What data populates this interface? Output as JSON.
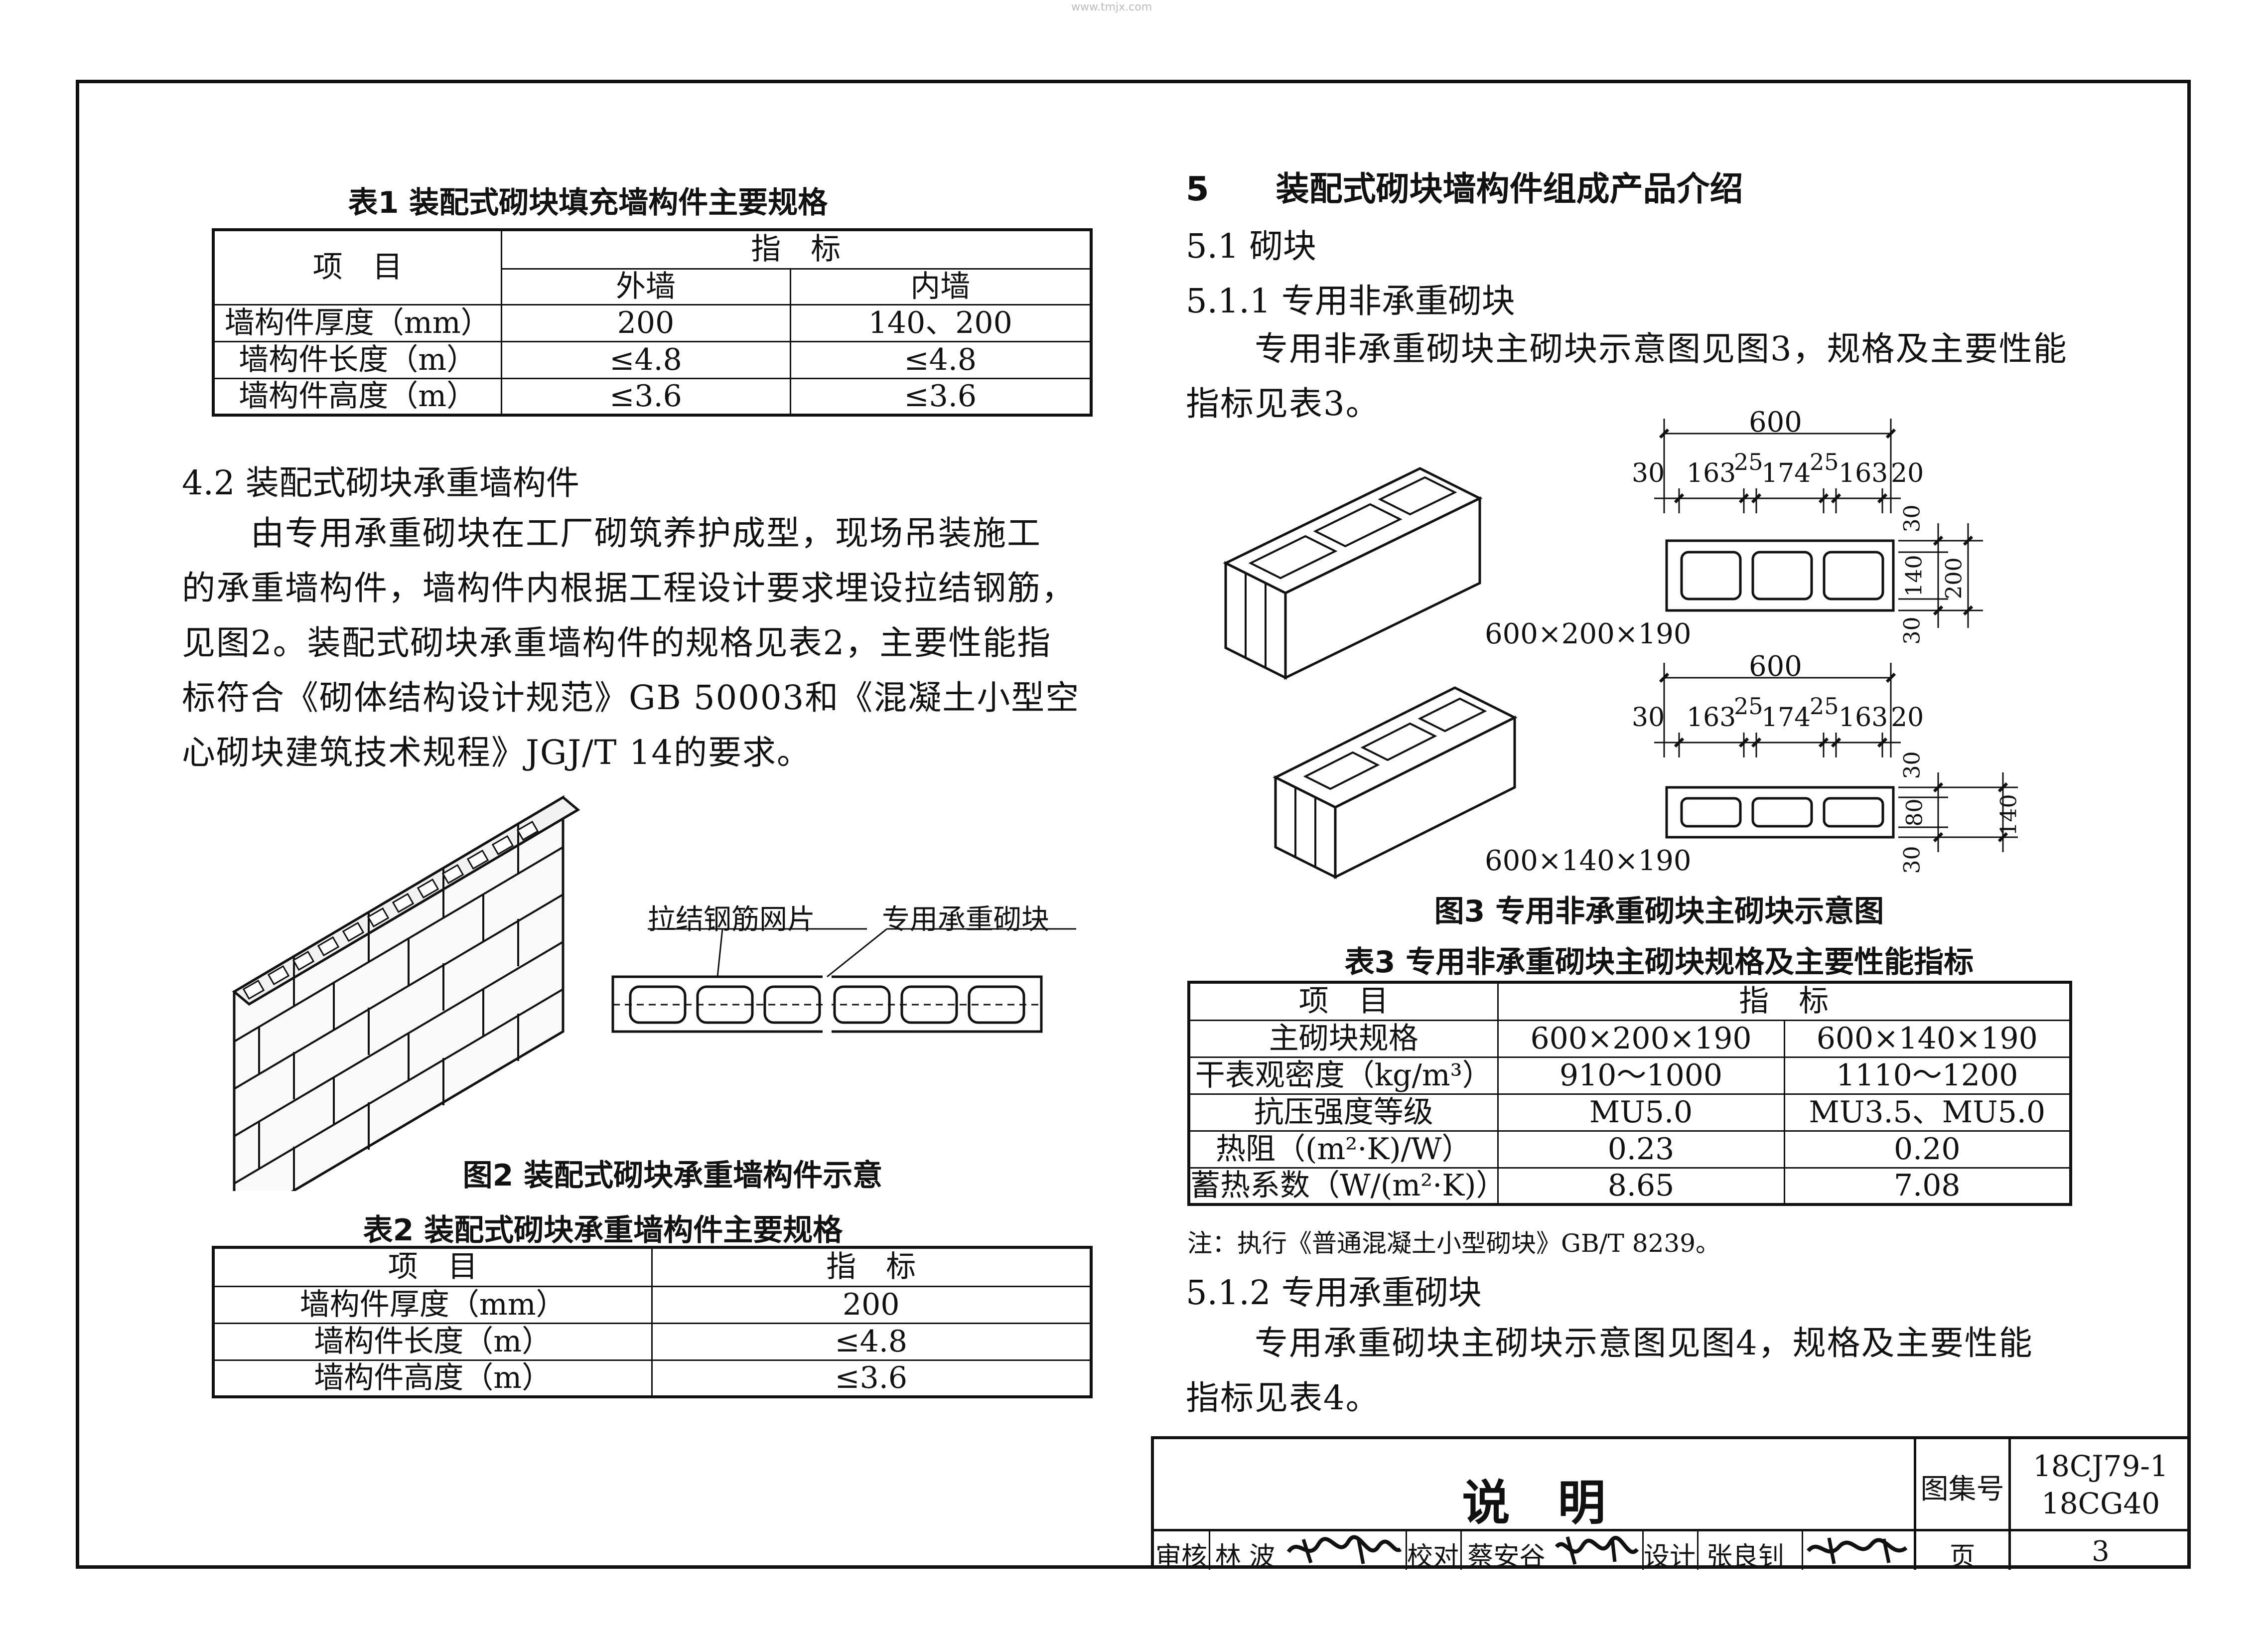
{
  "watermark": "www.tmjx.com",
  "table1": {
    "caption": "表1  装配式砌块填充墙构件主要规格",
    "header_item": "项　目",
    "header_index": "指　标",
    "col_outer": "外墙",
    "col_inner": "内墙",
    "rows": [
      {
        "item": "墙构件厚度（mm）",
        "outer": "200",
        "inner": "140、200"
      },
      {
        "item": "墙构件长度（m）",
        "outer": "≤4.8",
        "inner": "≤4.8"
      },
      {
        "item": "墙构件高度（m）",
        "outer": "≤3.6",
        "inner": "≤3.6"
      }
    ]
  },
  "section42": {
    "heading": "4.2  装配式砌块承重墙构件",
    "lines": [
      "　　由专用承重砌块在工厂砌筑养护成型，现场吊装施工",
      "的承重墙构件，墙构件内根据工程设计要求埋设拉结钢筋，",
      "见图2。装配式砌块承重墙构件的规格见表2，主要性能指",
      "标符合《砌体结构设计规范》GB 50003和《混凝土小型空",
      "心砌块建筑技术规程》JGJ/T 14的要求。"
    ]
  },
  "figure2": {
    "label_mesh": "拉结钢筋网片",
    "label_block": "专用承重砌块",
    "caption": "图2  装配式砌块承重墙构件示意"
  },
  "table2": {
    "caption": "表2  装配式砌块承重墙构件主要规格",
    "header_item": "项　目",
    "header_index": "指　标",
    "rows": [
      {
        "item": "墙构件厚度（mm）",
        "value": "200"
      },
      {
        "item": "墙构件长度（m）",
        "value": "≤4.8"
      },
      {
        "item": "墙构件高度（m）",
        "value": "≤3.6"
      }
    ]
  },
  "section5": {
    "heading": "5　　装配式砌块墙构件组成产品介绍",
    "sub51": "5.1  砌块",
    "sub511": "5.1.1  专用非承重砌块",
    "lines511": [
      "　　专用非承重砌块主砌块示意图见图3，规格及主要性能",
      "指标见表3。"
    ],
    "sub512": "5.1.2  专用承重砌块",
    "lines512": [
      "　　专用承重砌块主砌块示意图见图4，规格及主要性能",
      "指标见表4。"
    ]
  },
  "figure3": {
    "block1_label": "600×200×190",
    "block2_label": "600×140×190",
    "overall": "600",
    "dims_top": [
      "30",
      "163",
      "25",
      "174",
      "25",
      "163",
      "20"
    ],
    "block1_side": [
      "30",
      "140",
      "30"
    ],
    "block1_total": "200",
    "block2_side": [
      "30",
      "80",
      "30"
    ],
    "block2_total": "140",
    "caption": "图3  专用非承重砌块主砌块示意图"
  },
  "table3": {
    "caption": "表3  专用非承重砌块主砌块规格及主要性能指标",
    "header_item": "项　目",
    "header_index": "指　标",
    "rows": [
      {
        "item": "主砌块规格",
        "a": "600×200×190",
        "b": "600×140×190"
      },
      {
        "item": "干表观密度（kg/m³）",
        "a": "910～1000",
        "b": "1110～1200"
      },
      {
        "item": "抗压强度等级",
        "a": "MU5.0",
        "b": "MU3.5、MU5.0"
      },
      {
        "item": "热阻（(m²·K)/W）",
        "a": "0.23",
        "b": "0.20"
      },
      {
        "item": "蓄热系数（W/(m²·K)）",
        "a": "8.65",
        "b": "7.08"
      }
    ],
    "note": "注：执行《普通混凝土小型砌块》GB/T 8239。"
  },
  "title_block": {
    "title": "说　明",
    "atlas_label": "图集号",
    "atlas_no_1": "18CJ79-1",
    "atlas_no_2": "18CG40",
    "review_label": "审核",
    "review_name": "林 波",
    "check_label": "校对",
    "check_name": "蔡安谷",
    "design_label": "设计",
    "design_name": "张良钊",
    "page_label": "页",
    "page_no": "3"
  }
}
